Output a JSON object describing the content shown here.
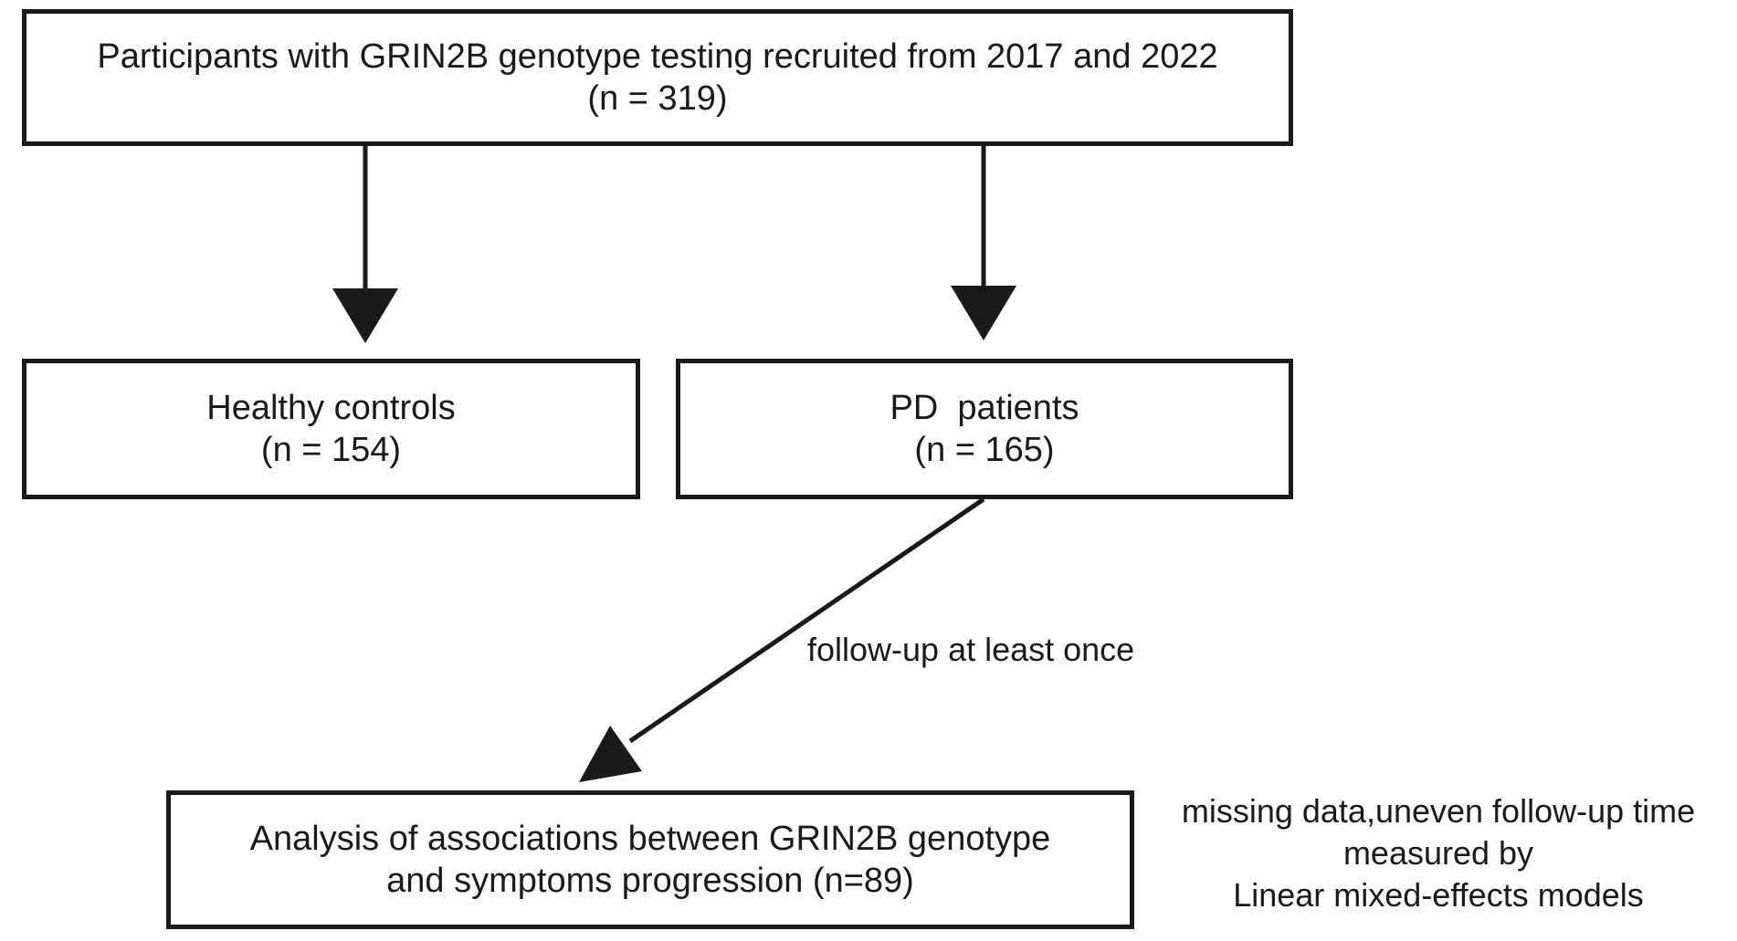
{
  "boxes": {
    "recruited": {
      "line1": "Participants with GRIN2B genotype testing recruited from 2017 and 2022",
      "line2": "(n = 319)"
    },
    "controls": {
      "line1": "Healthy controls",
      "line2": "(n = 154)"
    },
    "patients": {
      "line1": "PD  patients",
      "line2": "(n = 165)"
    },
    "analysis": {
      "line1": "Analysis of associations between GRIN2B genotype",
      "line2": "and symptoms progression (n=89)"
    }
  },
  "arrow_labels": {
    "followup": "follow-up at least once"
  },
  "side_note": {
    "line1": "missing data,uneven follow-up time",
    "line2": "measured by",
    "line3": "Linear mixed-effects models"
  },
  "colors": {
    "stroke": "#1a1a1a",
    "background": "#ffffff"
  }
}
